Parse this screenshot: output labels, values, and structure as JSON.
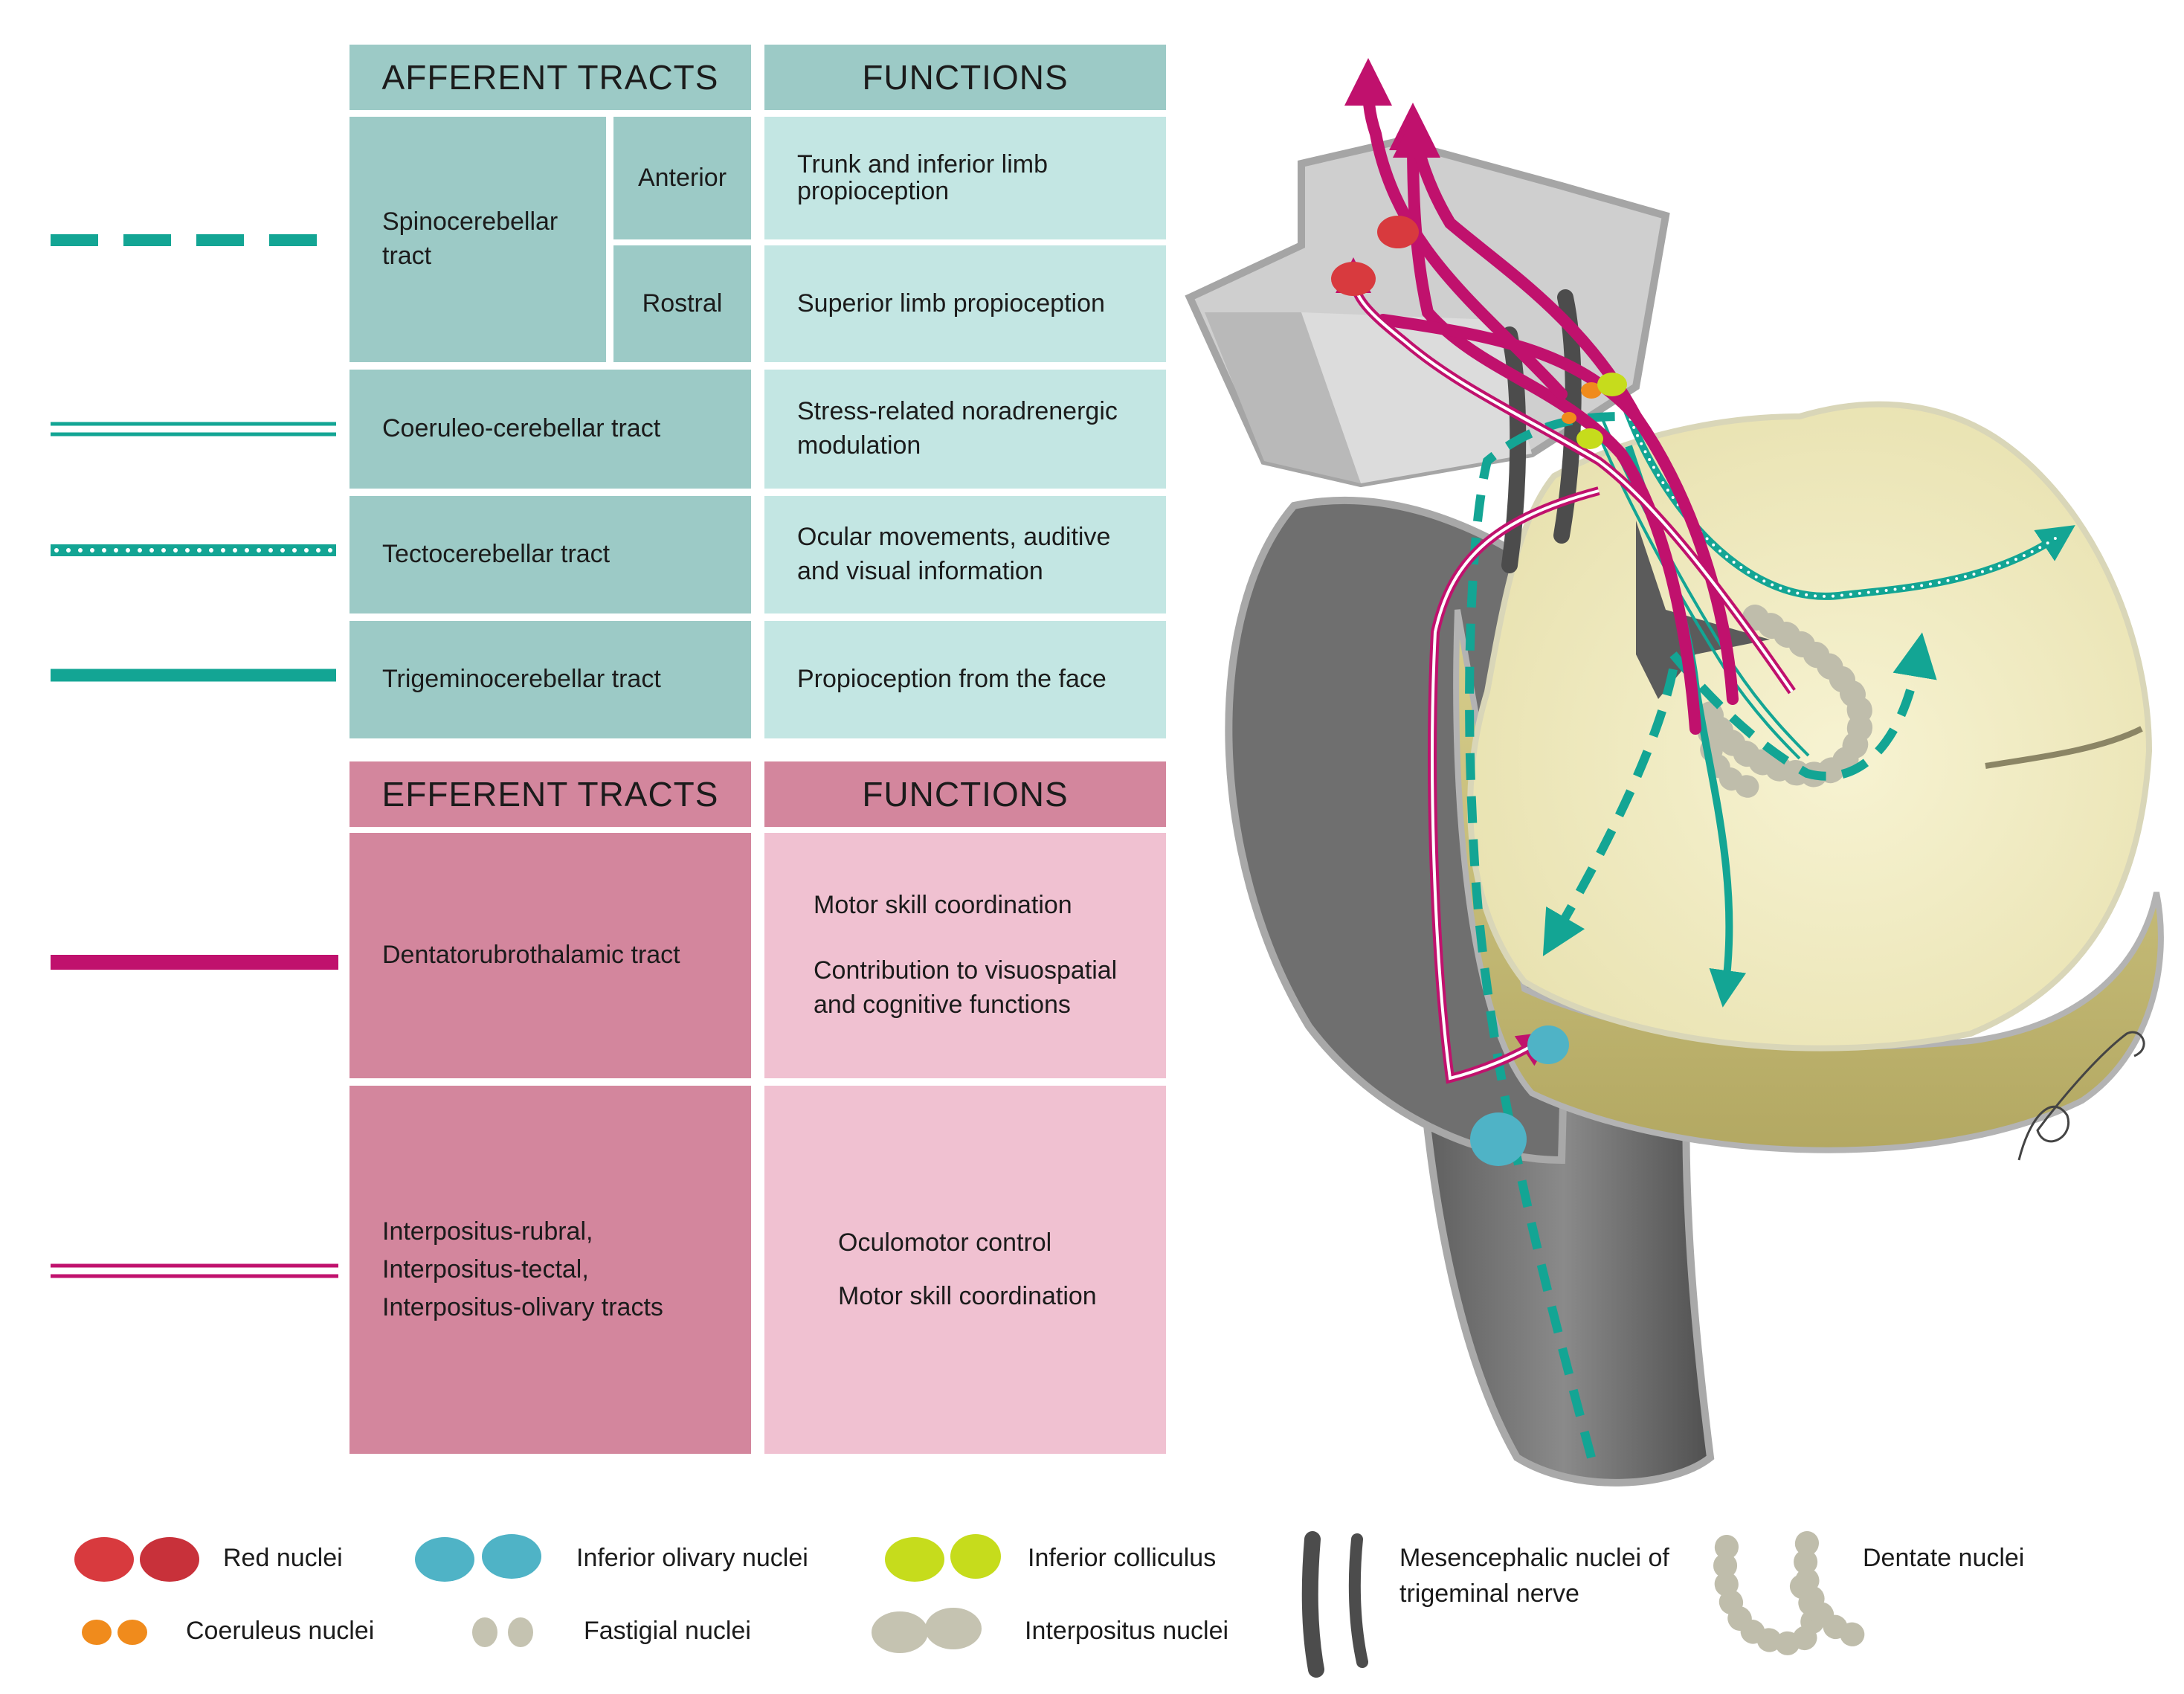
{
  "afferent": {
    "header": "AFFERENT TRACTS",
    "functions_header": "FUNCTIONS",
    "spinocerebellar": {
      "name": "Spinocerebellar tract",
      "anterior": "Anterior",
      "anterior_function": "Trunk and inferior limb propioception",
      "rostral": "Rostral",
      "rostral_function": "Superior limb propioception"
    },
    "coeruleo": {
      "name": "Coeruleo-cerebellar tract",
      "function": "Stress-related noradrenergic modulation"
    },
    "tecto": {
      "name": "Tectocerebellar tract",
      "function": "Ocular movements, auditive and visual information"
    },
    "trigemino": {
      "name": "Trigeminocerebellar tract",
      "function": "Propioception from the face"
    }
  },
  "efferent": {
    "header": "EFFERENT TRACTS",
    "functions_header": "FUNCTIONS",
    "dentato": {
      "name": "Dentatorubrothalamic tract",
      "function_1": "Motor skill coordination",
      "function_2": "Contribution to visuospatial and cognitive functions"
    },
    "interpositus": {
      "name_1": "Interpositus-rubral,",
      "name_2": "Interpositus-tectal,",
      "name_3": "Interpositus-olivary tracts",
      "function_1": "Oculomotor control",
      "function_2": "Motor skill coordination"
    }
  },
  "legend": {
    "red_nuclei": "Red nuclei",
    "inferior_olivary": "Inferior olivary nuclei",
    "inferior_colliculus": "Inferior colliculus",
    "mesencephalic": "Mesencephalic nuclei of trigeminal nerve",
    "dentate": "Dentate nuclei",
    "coeruleus": "Coeruleus nuclei",
    "fastigial": "Fastigial nuclei",
    "interpositus": "Interpositus nuclei"
  },
  "colors": {
    "teal": "#13a594",
    "magenta": "#c0116d",
    "red_nucleus": "#d83a3e",
    "olive": "#4fb3c6",
    "colliculus": "#c6dc1c",
    "coeruleus": "#f08b1c",
    "grey_nucleus": "#b8b6a4"
  }
}
